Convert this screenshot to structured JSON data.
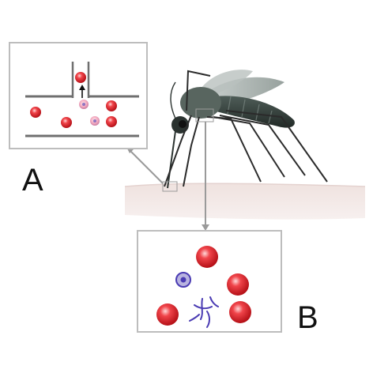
{
  "labels": {
    "a": "A",
    "b": "B"
  },
  "colors": {
    "skin": "#f0e4e2",
    "red_cell": "#e11b22",
    "parasite": "#4a3bb3",
    "panel_border": "#bdbdbd",
    "vessel_wall": "#6f6f6f",
    "mosquito_body": "#3f4b47",
    "arrow": "#9a9a9a"
  },
  "icons": {
    "mosquito": "mosquito-illustration",
    "inset_a": "capillary-injection-inset",
    "inset_b": "salivary-gland-parasites-inset"
  }
}
